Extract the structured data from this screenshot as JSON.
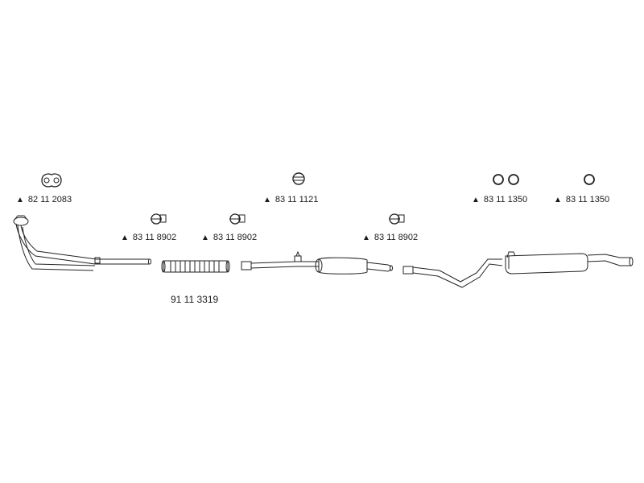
{
  "parts": {
    "gasket_front": "82 11 2083",
    "clamp_1": "83 11 8902",
    "clamp_2": "83 11 8902",
    "gasket_round": "83 11 1121",
    "clamp_3": "83 11 8902",
    "ring_pair": "83 11 1350",
    "ring_single": "83 11 1350",
    "flex_pipe": "91 11 3319"
  },
  "marker_symbol": "▲",
  "icons": {
    "gasket_front": "oval-gasket-icon",
    "clamp": "clamp-icon",
    "gasket_round": "round-gasket-icon",
    "ring_pair": "double-ring-icon",
    "ring_single": "ring-icon"
  }
}
